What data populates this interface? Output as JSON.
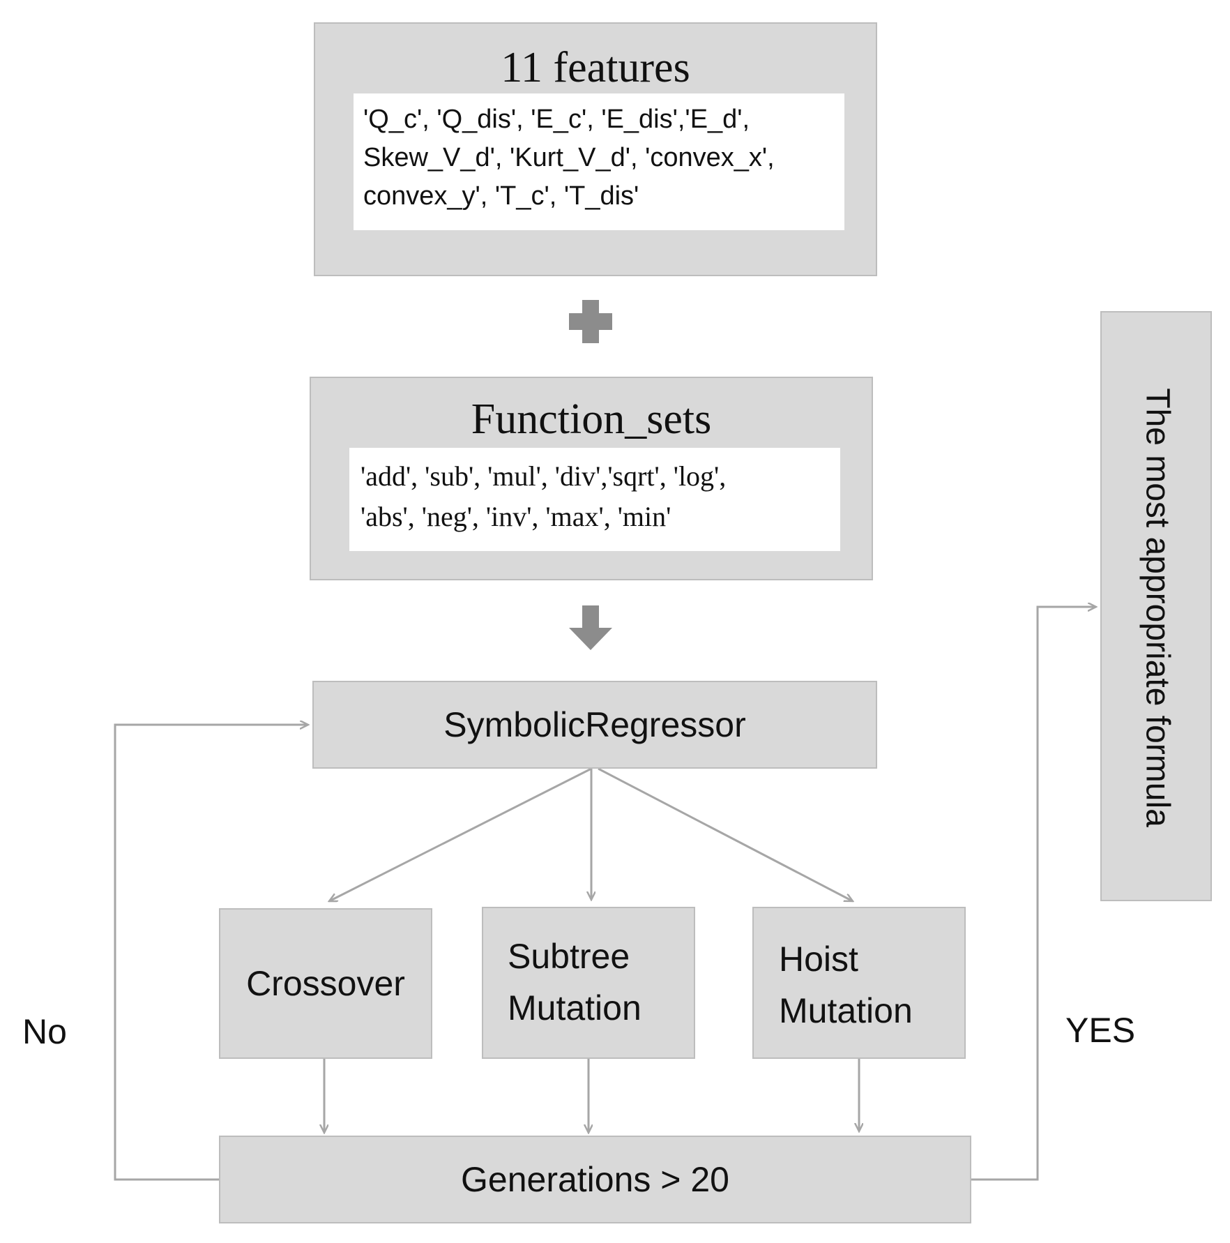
{
  "features": {
    "title": "11  features",
    "list": "'Q_c', 'Q_dis', 'E_c', 'E_dis','E_d',\nSkew_V_d', 'Kurt_V_d', 'convex_x',\nconvex_y', 'T_c', 'T_dis'"
  },
  "functions": {
    "title": "Function_sets",
    "list": "'add', 'sub', 'mul', 'div','sqrt', 'log',\n'abs', 'neg', 'inv', 'max', 'min'"
  },
  "regressor": {
    "label": "SymbolicRegressor"
  },
  "operators": {
    "crossover": "Crossover",
    "subtree_line1": "Subtree",
    "subtree_line2": "Mutation",
    "hoist_line1": "Hoist",
    "hoist_line2": "Mutation"
  },
  "generations": {
    "label": "Generations > 20"
  },
  "result": {
    "label": "The most appropriate formula"
  },
  "branches": {
    "no": "No",
    "yes": "YES"
  },
  "colors": {
    "box_fill": "#d9d9d9",
    "box_border": "#bdbdbd",
    "connector": "#a6a6a6",
    "symbol": "#8c8c8c"
  }
}
